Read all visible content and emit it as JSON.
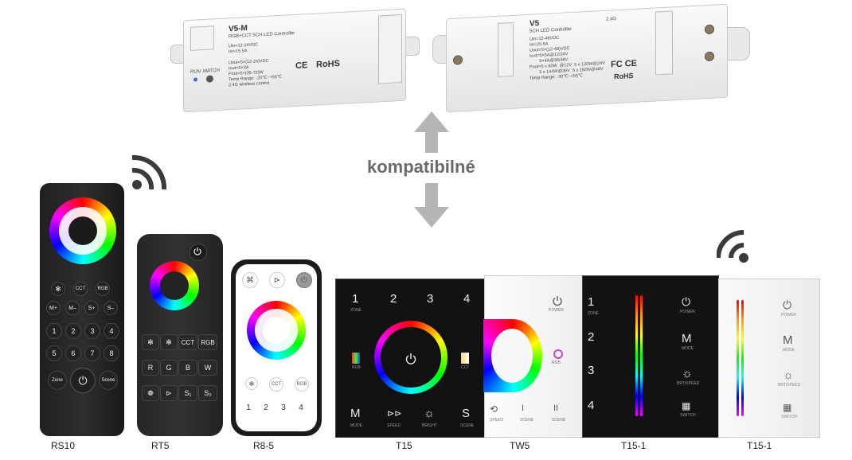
{
  "arrow_label": "kompatibilné",
  "controllers": {
    "v5m": {
      "title": "V5-M",
      "subtitle": "RGB+CCT 5CH LED Controller",
      "spec": "Uin=12-24VDC\nIin=15.5A\n\nUout=5×(12-24)VDC\nIout=5×3A\nPout=5×(36-72)W\nTemp Range: -20℃~+55℃\n2.4G wireless control",
      "run": "RUN",
      "match": "MATCH",
      "ce": "CE",
      "rohs": "RoHS"
    },
    "v5": {
      "title": "V5",
      "subtitle": "5CH LED Controller",
      "band": "2.4G",
      "spec": "Uin=12-48VDC\nIin=25.5A\nUout=5×(12-48)VDC\nIout=5×5A@12/24V\n        5×4A@36/48V\nPout=5 x 60W  @12V  5 x 120W@24V\n        5 x 144W@36V  5 x 192W@48V\nTemp Range: -30℃~+55℃",
      "fc": "FC CE",
      "rohs": "RoHS"
    }
  },
  "devices": [
    {
      "label": "RS10"
    },
    {
      "label": "RT5"
    },
    {
      "label": "R8-5"
    },
    {
      "label": "T15"
    },
    {
      "label": "TW5"
    },
    {
      "label": "T15-1"
    },
    {
      "label": "T15-1"
    }
  ],
  "rs10": {
    "row1": [
      "✻",
      "CCT",
      "RGB"
    ],
    "row2": [
      "M+",
      "M–",
      "S+",
      "S–"
    ],
    "row3": [
      "1",
      "2",
      "3",
      "4"
    ],
    "row4": [
      "5",
      "6",
      "7",
      "8"
    ],
    "row5": [
      "Zone",
      "⏻",
      "Scene"
    ]
  },
  "rt5": {
    "row1": [
      "✻",
      "✻",
      "CCT",
      "RGB"
    ],
    "row2": [
      "R",
      "G",
      "B",
      "W"
    ],
    "row3": [
      "❁",
      "⊳",
      "S₁",
      "S₂"
    ]
  },
  "r85": {
    "top": [
      "⌘",
      "⊳",
      "⏻"
    ],
    "mid": [
      "✻",
      "CCT",
      "RGB"
    ],
    "nums": [
      "1",
      "2",
      "3",
      "4"
    ]
  },
  "t15": {
    "nums": [
      "1",
      "2",
      "3",
      "4"
    ],
    "zone": "ZONE",
    "left": "RGB",
    "right": "CCT",
    "bottom": [
      "M",
      "⊳⊳",
      "☼",
      "S"
    ],
    "bottom_sub": [
      "MODE",
      "SPEED",
      "BRIGHT",
      "SCENE"
    ]
  },
  "tw5": {
    "power": "POWER",
    "rgb": "RGB",
    "bottom_sub": [
      "SPEED",
      "SCENE",
      "SCENE"
    ],
    "bottom_icons": [
      "⟲",
      "I",
      "II"
    ]
  },
  "t151": {
    "nums": [
      "1",
      "2",
      "3",
      "4"
    ],
    "zone": "ZONE",
    "right": [
      "⏻",
      "M",
      "☼",
      "▦"
    ],
    "right_sub": [
      "POWER",
      "MODE",
      "BRT/SPEED",
      "SWITCH"
    ]
  },
  "t151w": {
    "right": [
      "⏻",
      "M",
      "☼",
      "▦"
    ],
    "right_sub": [
      "POWER",
      "MODE",
      "BRT/SPEED",
      "SWITCH"
    ]
  }
}
